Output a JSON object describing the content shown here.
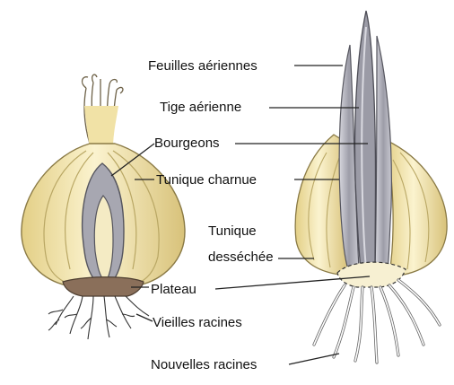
{
  "diagram": {
    "labels": {
      "feuilles_aeriennes": "Feuilles aériennes",
      "tige_aerienne": "Tige aérienne",
      "bourgeons": "Bourgeons",
      "tunique_charnue": "Tunique charnue",
      "tunique_dessechee_line1": "Tunique",
      "tunique_dessechee_line2": "desséchée",
      "plateau": "Plateau",
      "vieilles_racines": "Vieilles racines",
      "nouvelles_racines": "Nouvelles racines"
    },
    "colors": {
      "bulb_fill": "#f3e7b0",
      "bulb_shade": "#e3cf86",
      "tunic_line": "#b9a764",
      "bud_fill": "#a9a9b2",
      "bud_outline": "#5d5d66",
      "plate_fill": "#8a6f5a",
      "root_line": "#3a3a3a",
      "label_line": "#222222"
    }
  }
}
